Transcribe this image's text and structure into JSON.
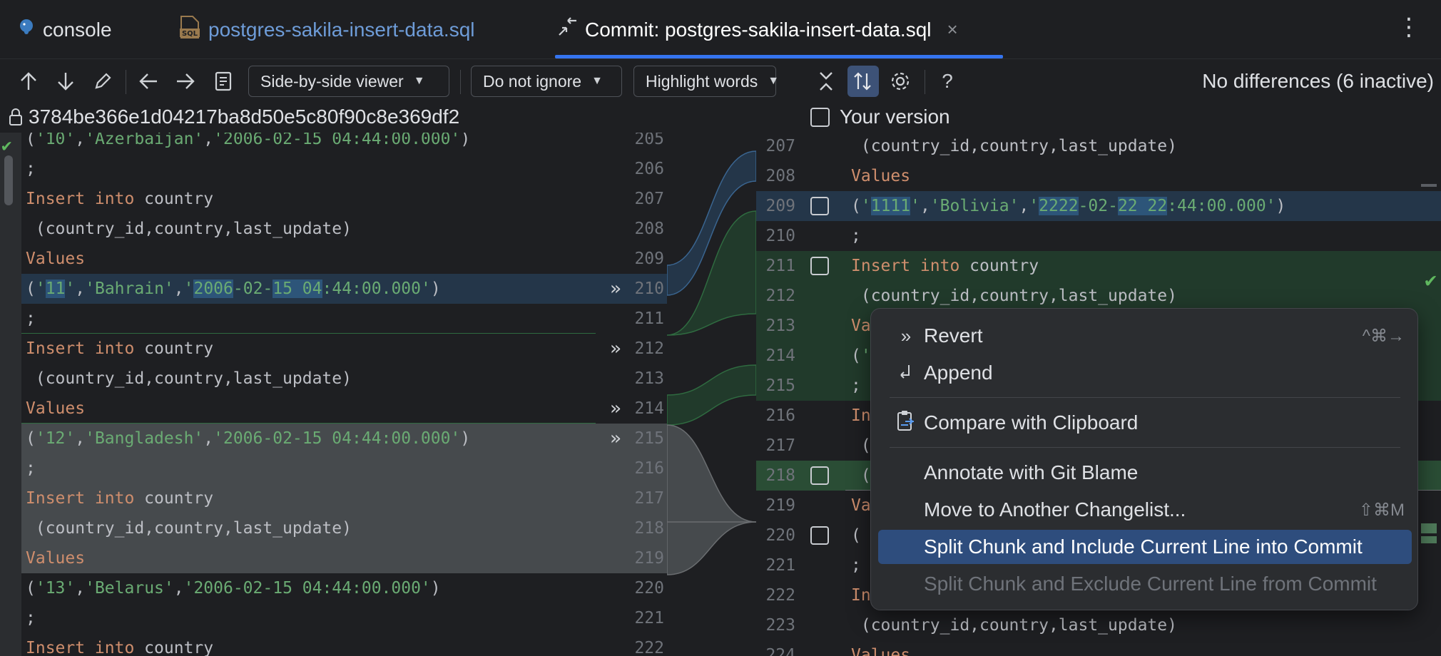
{
  "tabs": [
    {
      "label": "console",
      "icon": "postgres-icon"
    },
    {
      "label": "postgres-sakila-insert-data.sql",
      "icon": "sql-file-icon"
    },
    {
      "label": "Commit: postgres-sakila-insert-data.sql",
      "icon": "commit-diff-icon",
      "close": "×"
    }
  ],
  "toolbar": {
    "viewer": "Side-by-side viewer",
    "ignore": "Do not ignore",
    "highlight": "Highlight words",
    "status": "No differences (6 inactive)"
  },
  "header": {
    "left_revision": "3784be366e1d04217ba8d50e5c80f90c8e369df2",
    "right_label": "Your version"
  },
  "left_lines": [
    {
      "n": "205",
      "segs": [
        [
          "pl",
          "("
        ],
        [
          "str",
          "'10'"
        ],
        [
          "pl",
          ","
        ],
        [
          "str",
          "'Azerbaijan'"
        ],
        [
          "pl",
          ","
        ],
        [
          "str",
          "'2006-02-15 04:44:00.000'"
        ],
        [
          "pl",
          ")"
        ]
      ]
    },
    {
      "n": "206",
      "segs": [
        [
          "pl",
          ";"
        ]
      ]
    },
    {
      "n": "207",
      "segs": [
        [
          "kw",
          "Insert into"
        ],
        [
          "pl",
          " country"
        ]
      ]
    },
    {
      "n": "208",
      "segs": [
        [
          "pl",
          " (country_id,country,last_update)"
        ]
      ]
    },
    {
      "n": "209",
      "segs": [
        [
          "kw",
          "Values"
        ]
      ]
    },
    {
      "n": "210",
      "segs": [
        [
          "pl",
          "("
        ],
        [
          "str",
          "'"
        ],
        [
          "str hl",
          "11"
        ],
        [
          "str",
          "'"
        ],
        [
          "pl",
          ","
        ],
        [
          "str",
          "'Bahrain'"
        ],
        [
          "pl",
          ","
        ],
        [
          "str",
          "'"
        ],
        [
          "str hl",
          "2006"
        ],
        [
          "str",
          "-02-"
        ],
        [
          "str hl",
          "15 04"
        ],
        [
          "str",
          ":44:00.000'"
        ],
        [
          "pl",
          ")"
        ]
      ]
    },
    {
      "n": "211",
      "segs": [
        [
          "pl",
          ";"
        ]
      ]
    },
    {
      "n": "212",
      "segs": [
        [
          "kw",
          "Insert into"
        ],
        [
          "pl",
          " country"
        ]
      ]
    },
    {
      "n": "213",
      "segs": [
        [
          "pl",
          " (country_id,country,last_update)"
        ]
      ]
    },
    {
      "n": "214",
      "segs": [
        [
          "kw",
          "Values"
        ]
      ]
    },
    {
      "n": "215",
      "segs": [
        [
          "pl",
          "("
        ],
        [
          "str",
          "'12'"
        ],
        [
          "pl",
          ","
        ],
        [
          "str",
          "'Bangladesh'"
        ],
        [
          "pl",
          ","
        ],
        [
          "str",
          "'2006-02-15 04:44:00.000'"
        ],
        [
          "pl",
          ")"
        ]
      ]
    },
    {
      "n": "216",
      "segs": [
        [
          "pl",
          ";"
        ]
      ]
    },
    {
      "n": "217",
      "segs": [
        [
          "kw",
          "Insert into"
        ],
        [
          "pl",
          " country"
        ]
      ]
    },
    {
      "n": "218",
      "segs": [
        [
          "pl",
          " (country_id,country,last_update)"
        ]
      ]
    },
    {
      "n": "219",
      "segs": [
        [
          "kw",
          "Values"
        ]
      ]
    },
    {
      "n": "220",
      "segs": [
        [
          "pl",
          "("
        ],
        [
          "str",
          "'13'"
        ],
        [
          "pl",
          ","
        ],
        [
          "str",
          "'Belarus'"
        ],
        [
          "pl",
          ","
        ],
        [
          "str",
          "'2006-02-15 04:44:00.000'"
        ],
        [
          "pl",
          ")"
        ]
      ]
    },
    {
      "n": "221",
      "segs": [
        [
          "pl",
          ";"
        ]
      ]
    },
    {
      "n": "222",
      "segs": [
        [
          "kw",
          "Insert into"
        ],
        [
          "pl",
          " country"
        ]
      ]
    }
  ],
  "left_chevrons": [
    "210",
    "212",
    "214",
    "215"
  ],
  "right_lines": [
    {
      "n": "207",
      "segs": [
        [
          "pl",
          " (country_id,country,last_update)"
        ]
      ]
    },
    {
      "n": "208",
      "segs": [
        [
          "kw",
          "Values"
        ]
      ]
    },
    {
      "n": "209",
      "cb": true,
      "segs": [
        [
          "pl",
          "("
        ],
        [
          "str",
          "'"
        ],
        [
          "str hl",
          "1111"
        ],
        [
          "str",
          "'"
        ],
        [
          "pl",
          ","
        ],
        [
          "str",
          "'Bolivia'"
        ],
        [
          "pl",
          ","
        ],
        [
          "str",
          "'"
        ],
        [
          "str hl",
          "2222"
        ],
        [
          "str",
          "-02-"
        ],
        [
          "str hl",
          "22 22"
        ],
        [
          "str",
          ":44:00.000'"
        ],
        [
          "pl",
          ")"
        ]
      ]
    },
    {
      "n": "210",
      "segs": [
        [
          "pl",
          ";"
        ]
      ]
    },
    {
      "n": "211",
      "cb": true,
      "segs": [
        [
          "kw",
          "Insert into"
        ],
        [
          "pl",
          " country"
        ]
      ]
    },
    {
      "n": "212",
      "segs": [
        [
          "pl",
          " (country_id,country,last_update)"
        ]
      ]
    },
    {
      "n": "213",
      "segs": [
        [
          "kw",
          "Va"
        ]
      ]
    },
    {
      "n": "214",
      "segs": [
        [
          "pl",
          "("
        ],
        [
          "str",
          "'"
        ]
      ]
    },
    {
      "n": "215",
      "segs": [
        [
          "pl",
          ";"
        ]
      ]
    },
    {
      "n": "216",
      "segs": [
        [
          "kw",
          "In"
        ]
      ]
    },
    {
      "n": "217",
      "segs": [
        [
          "pl",
          " ("
        ]
      ]
    },
    {
      "n": "218",
      "cb": true,
      "segs": [
        [
          "pl",
          " ("
        ]
      ]
    },
    {
      "n": "219",
      "segs": [
        [
          "kw",
          "Va"
        ]
      ]
    },
    {
      "n": "220",
      "cb": true,
      "segs": [
        [
          "pl",
          "("
        ]
      ]
    },
    {
      "n": "221",
      "segs": [
        [
          "pl",
          ";"
        ]
      ]
    },
    {
      "n": "222",
      "segs": [
        [
          "kw",
          "In"
        ]
      ]
    },
    {
      "n": "223",
      "segs": [
        [
          "pl",
          " (country_id,country,last_update)"
        ]
      ]
    },
    {
      "n": "224",
      "segs": [
        [
          "kw",
          "Values"
        ]
      ]
    }
  ],
  "menu": {
    "items": [
      {
        "label": "Revert",
        "icon": "revert-icon",
        "shortcut": "^⌘→"
      },
      {
        "label": "Append",
        "icon": "append-icon",
        "shortcut": ""
      },
      {
        "label": "Compare with Clipboard",
        "icon": "clipboard-compare-icon",
        "shortcut": ""
      },
      {
        "label": "Annotate with Git Blame",
        "icon": "",
        "shortcut": ""
      },
      {
        "label": "Move to Another Changelist...",
        "icon": "",
        "shortcut": "⇧⌘M"
      },
      {
        "label": "Split Chunk and Include Current Line into Commit",
        "icon": "",
        "shortcut": ""
      },
      {
        "label": "Split Chunk and Exclude Current Line from Commit",
        "icon": "",
        "shortcut": ""
      }
    ]
  },
  "colors": {
    "accent": "#3574f0",
    "keyword": "#cf8e6d",
    "string": "#6aab73",
    "modified_bg": "#243649",
    "inserted_bg": "#213a2b",
    "menu_selected": "#2e4d7d"
  }
}
